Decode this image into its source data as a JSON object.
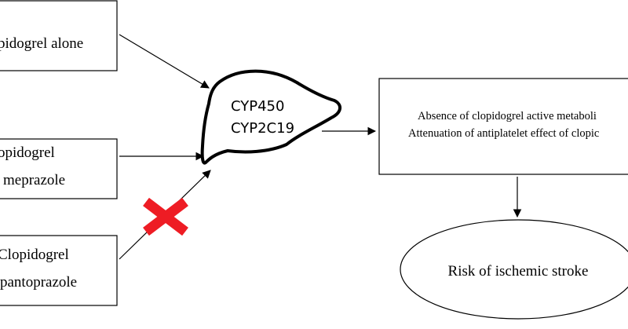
{
  "inputs": {
    "clopidogrel_alone": "pidogrel alone",
    "clopidogrel_omeprazole_line1": "opidogrel",
    "clopidogrel_omeprazole_line2": "meprazole",
    "clopidogrel_pantoprazole_line1": "Clopidogrel",
    "clopidogrel_pantoprazole_line2": "pantoprazole"
  },
  "liver": {
    "line1": "CYP450",
    "line2": "CYP2C19"
  },
  "effect_box": {
    "line1": "Absence of clopidogrel active metaboli",
    "line2": "Attenuation of antiplatelet effect of clopic"
  },
  "outcome": {
    "label": "Risk of ischemic stroke"
  },
  "colors": {
    "stroke": "#000000",
    "blocked_mark": "#ee1c24",
    "background": "#ffffff"
  },
  "icons": {
    "blocked": "red-x-icon",
    "liver": "liver-shape"
  }
}
